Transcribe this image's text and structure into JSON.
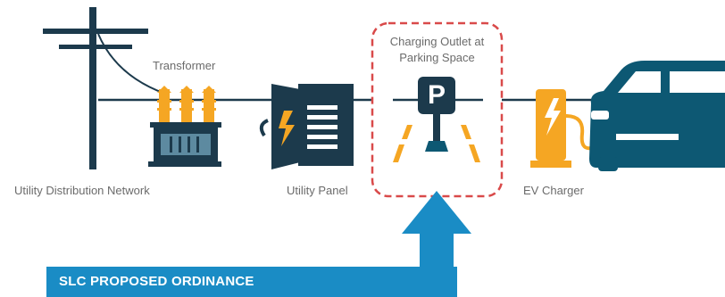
{
  "labels": {
    "utility_network": "Utility Distribution Network",
    "transformer": "Transformer",
    "utility_panel": "Utility Panel",
    "charging_outlet_line1": "Charging Outlet at",
    "charging_outlet_line2": "Parking Space",
    "ev_charger": "EV Charger",
    "parking_sign": "P"
  },
  "banner": {
    "text": "SLC PROPOSED ORDINANCE"
  },
  "colors": {
    "navy": "#1c3a4c",
    "teal": "#0d5873",
    "orange": "#f5a623",
    "accent_blue": "#1a8cc5",
    "highlight_dash": "#d94a4a",
    "label_grey": "#6b6b6b"
  }
}
